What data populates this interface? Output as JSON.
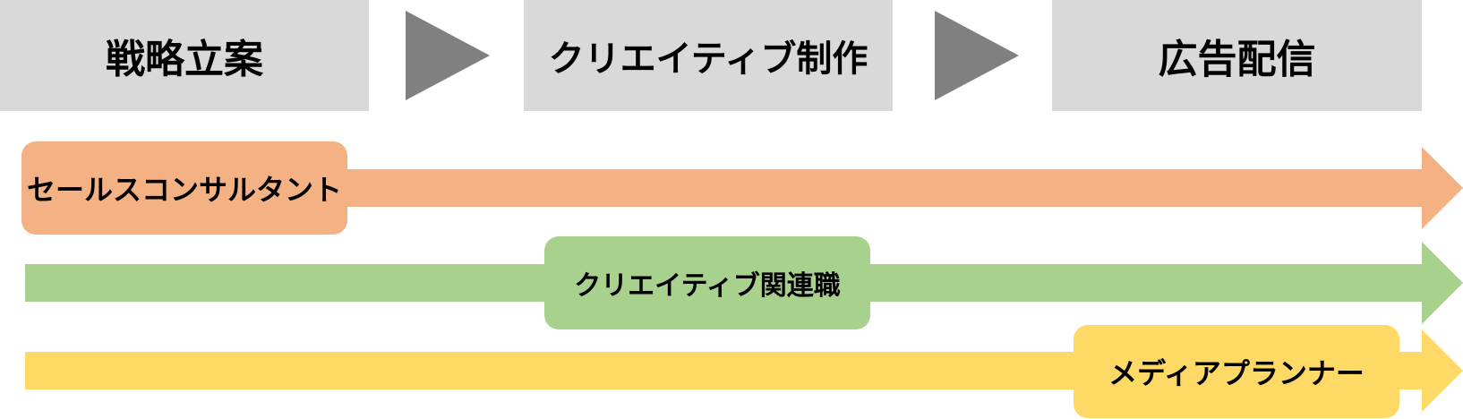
{
  "colors": {
    "stage_bg": "#d9d9d9",
    "stage_arrow": "#808080",
    "sales": "#f4b183",
    "creative": "#a9d18e",
    "media": "#ffd966"
  },
  "stages": [
    {
      "label": "戦略立案"
    },
    {
      "label": "クリエイティブ制作"
    },
    {
      "label": "広告配信"
    }
  ],
  "roles": [
    {
      "label": "セールスコンサルタント"
    },
    {
      "label": "クリエイティブ関連職"
    },
    {
      "label": "メディアプランナー"
    }
  ]
}
